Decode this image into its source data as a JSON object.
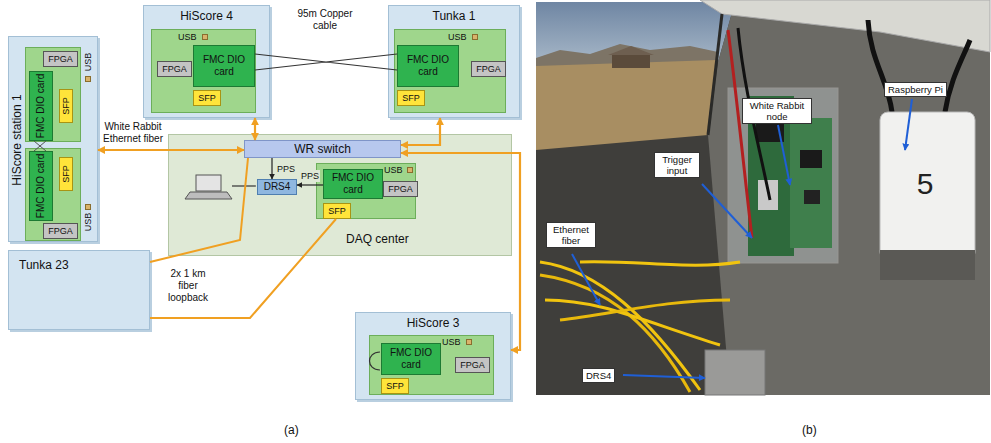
{
  "diagram": {
    "nodes": [
      {
        "text": [
          "HiScore station 1"
        ]
      },
      {
        "text": [
          "FPGA"
        ],
        "in": 0
      },
      {
        "text": [
          "FMC DIO card"
        ],
        "in": 0
      },
      {
        "text": [
          "SFP"
        ],
        "in": 0
      },
      {
        "text": [
          "FMC DIO card"
        ],
        "in": 0
      },
      {
        "text": [
          "SFP"
        ],
        "in": 0
      },
      {
        "text": [
          "FPGA"
        ],
        "in": 0
      },
      {
        "text": [
          "HiScore 4"
        ]
      },
      {
        "text": [
          "FPGA"
        ],
        "in": 7
      },
      {
        "text": [
          "FMC DIO card"
        ],
        "in": 7
      },
      {
        "text": [
          "SFP"
        ],
        "in": 7
      },
      {
        "text": [
          "Tunka 1"
        ]
      },
      {
        "text": [
          "FMC DIO card"
        ],
        "in": 11
      },
      {
        "text": [
          "FPGA"
        ],
        "in": 11
      },
      {
        "text": [
          "SFP"
        ],
        "in": 11
      },
      {
        "text": [
          "DAQ center"
        ]
      },
      {
        "text": [
          "WR switch"
        ],
        "in": 15
      },
      {
        "text": [
          "DRS4"
        ],
        "in": 15
      },
      {
        "text": [
          "FMC DIO card"
        ],
        "in": 15
      },
      {
        "text": [
          "FPGA"
        ],
        "in": 15
      },
      {
        "text": [
          "SFP"
        ],
        "in": 15
      },
      {
        "text": [
          "Tunka 23"
        ]
      },
      {
        "text": [
          "HiScore 3"
        ]
      },
      {
        "text": [
          "FMC DIO card"
        ],
        "in": 22
      },
      {
        "text": [
          "FPGA"
        ],
        "in": 22
      },
      {
        "text": [
          "SFP"
        ],
        "in": 22
      }
    ],
    "edges": [
      {
        "from": 7,
        "to": 16,
        "arrow": "both"
      },
      {
        "from": 11,
        "to": 16,
        "arrow": "both"
      },
      {
        "from": 0,
        "to": 16,
        "arrow": "both"
      },
      {
        "from": 16,
        "to": 22,
        "arrow": "both"
      },
      {
        "from": 9,
        "to": 12,
        "arrow": "none"
      },
      {
        "from": 16,
        "to": 17,
        "label": "PPS",
        "arrow": "to"
      },
      {
        "from": 18,
        "to": 17,
        "label": "PPS",
        "arrow": "to"
      },
      {
        "from": 16,
        "to": 21,
        "arrow": "none"
      },
      {
        "from": 21,
        "to": 20,
        "arrow": "none"
      },
      {
        "from": 2,
        "to": 4,
        "arrow": "none"
      }
    ],
    "labels": [
      "USB",
      "USB",
      "USB",
      "USB",
      "USB",
      "USB",
      "95m Copper cable",
      "White Rabbit Ethernet fiber",
      "2x 1 km fiber loopback",
      "(a)",
      "White Rabbit node",
      "Raspberry Pi",
      "Trigger input",
      "Ethernet fiber",
      "DRS4",
      "5",
      "(b)"
    ]
  }
}
